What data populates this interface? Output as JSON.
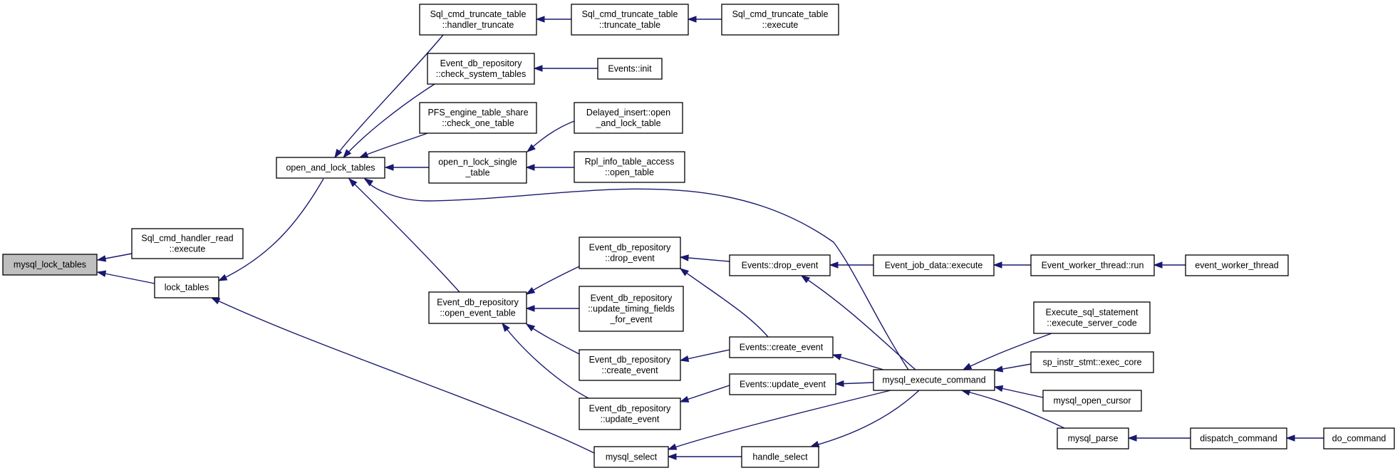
{
  "nodes": [
    {
      "id": "mysql_lock_tables",
      "lines": [
        "mysql_lock_tables"
      ],
      "root": true
    },
    {
      "id": "sql_cmd_handler_read",
      "lines": [
        "Sql_cmd_handler_read",
        "::execute"
      ]
    },
    {
      "id": "lock_tables",
      "lines": [
        "lock_tables"
      ]
    },
    {
      "id": "open_and_lock_tables",
      "lines": [
        "open_and_lock_tables"
      ]
    },
    {
      "id": "trunc_handler",
      "lines": [
        "Sql_cmd_truncate_table",
        "::handler_truncate"
      ]
    },
    {
      "id": "trunc_truncate",
      "lines": [
        "Sql_cmd_truncate_table",
        "::truncate_table"
      ]
    },
    {
      "id": "trunc_execute",
      "lines": [
        "Sql_cmd_truncate_table",
        "::execute"
      ]
    },
    {
      "id": "edb_check_sys",
      "lines": [
        "Event_db_repository",
        "::check_system_tables"
      ]
    },
    {
      "id": "events_init",
      "lines": [
        "Events::init"
      ]
    },
    {
      "id": "pfs_check",
      "lines": [
        "PFS_engine_table_share",
        "::check_one_table"
      ]
    },
    {
      "id": "open_n_lock",
      "lines": [
        "open_n_lock_single",
        "_table"
      ]
    },
    {
      "id": "delayed_insert",
      "lines": [
        "Delayed_insert::open",
        "_and_lock_table"
      ]
    },
    {
      "id": "rpl_info",
      "lines": [
        "Rpl_info_table_access",
        "::open_table"
      ]
    },
    {
      "id": "edb_open_event_table",
      "lines": [
        "Event_db_repository",
        "::open_event_table"
      ]
    },
    {
      "id": "edb_drop_event",
      "lines": [
        "Event_db_repository",
        "::drop_event"
      ]
    },
    {
      "id": "edb_update_timing",
      "lines": [
        "Event_db_repository",
        "::update_timing_fields",
        "_for_event"
      ]
    },
    {
      "id": "edb_create_event",
      "lines": [
        "Event_db_repository",
        "::create_event"
      ]
    },
    {
      "id": "edb_update_event",
      "lines": [
        "Event_db_repository",
        "::update_event"
      ]
    },
    {
      "id": "events_drop_event",
      "lines": [
        "Events::drop_event"
      ]
    },
    {
      "id": "events_create_event",
      "lines": [
        "Events::create_event"
      ]
    },
    {
      "id": "events_update_event",
      "lines": [
        "Events::update_event"
      ]
    },
    {
      "id": "event_job_data_execute",
      "lines": [
        "Event_job_data::execute"
      ]
    },
    {
      "id": "event_worker_run",
      "lines": [
        "Event_worker_thread::run"
      ]
    },
    {
      "id": "event_worker_thread",
      "lines": [
        "event_worker_thread"
      ]
    },
    {
      "id": "mysql_execute_command",
      "lines": [
        "mysql_execute_command"
      ]
    },
    {
      "id": "execute_sql_statement",
      "lines": [
        "Execute_sql_statement",
        "::execute_server_code"
      ]
    },
    {
      "id": "sp_instr_stmt",
      "lines": [
        "sp_instr_stmt::exec_core"
      ]
    },
    {
      "id": "mysql_open_cursor",
      "lines": [
        "mysql_open_cursor"
      ]
    },
    {
      "id": "mysql_parse",
      "lines": [
        "mysql_parse"
      ]
    },
    {
      "id": "dispatch_command",
      "lines": [
        "dispatch_command"
      ]
    },
    {
      "id": "do_command",
      "lines": [
        "do_command"
      ]
    },
    {
      "id": "mysql_select",
      "lines": [
        "mysql_select"
      ]
    },
    {
      "id": "handle_select",
      "lines": [
        "handle_select"
      ]
    }
  ],
  "edges": [
    {
      "from": "sql_cmd_handler_read",
      "to": "mysql_lock_tables"
    },
    {
      "from": "lock_tables",
      "to": "mysql_lock_tables"
    },
    {
      "from": "open_and_lock_tables",
      "to": "lock_tables"
    },
    {
      "from": "mysql_select",
      "to": "lock_tables"
    },
    {
      "from": "trunc_handler",
      "to": "open_and_lock_tables"
    },
    {
      "from": "edb_check_sys",
      "to": "open_and_lock_tables"
    },
    {
      "from": "pfs_check",
      "to": "open_and_lock_tables"
    },
    {
      "from": "open_n_lock",
      "to": "open_and_lock_tables"
    },
    {
      "from": "mysql_execute_command",
      "to": "open_and_lock_tables"
    },
    {
      "from": "edb_open_event_table",
      "to": "open_and_lock_tables"
    },
    {
      "from": "trunc_truncate",
      "to": "trunc_handler"
    },
    {
      "from": "trunc_execute",
      "to": "trunc_truncate"
    },
    {
      "from": "events_init",
      "to": "edb_check_sys"
    },
    {
      "from": "delayed_insert",
      "to": "open_n_lock"
    },
    {
      "from": "rpl_info",
      "to": "open_n_lock"
    },
    {
      "from": "edb_drop_event",
      "to": "edb_open_event_table"
    },
    {
      "from": "edb_update_timing",
      "to": "edb_open_event_table"
    },
    {
      "from": "edb_create_event",
      "to": "edb_open_event_table"
    },
    {
      "from": "edb_update_event",
      "to": "edb_open_event_table"
    },
    {
      "from": "events_drop_event",
      "to": "edb_drop_event"
    },
    {
      "from": "events_create_event",
      "to": "edb_drop_event"
    },
    {
      "from": "events_create_event",
      "to": "edb_create_event"
    },
    {
      "from": "events_update_event",
      "to": "edb_update_event"
    },
    {
      "from": "event_job_data_execute",
      "to": "events_drop_event"
    },
    {
      "from": "mysql_execute_command",
      "to": "events_drop_event"
    },
    {
      "from": "mysql_execute_command",
      "to": "events_create_event"
    },
    {
      "from": "mysql_execute_command",
      "to": "events_update_event"
    },
    {
      "from": "event_worker_run",
      "to": "event_job_data_execute"
    },
    {
      "from": "event_worker_thread",
      "to": "event_worker_run"
    },
    {
      "from": "execute_sql_statement",
      "to": "mysql_execute_command"
    },
    {
      "from": "sp_instr_stmt",
      "to": "mysql_execute_command"
    },
    {
      "from": "mysql_open_cursor",
      "to": "mysql_execute_command"
    },
    {
      "from": "mysql_parse",
      "to": "mysql_execute_command"
    },
    {
      "from": "dispatch_command",
      "to": "mysql_parse"
    },
    {
      "from": "do_command",
      "to": "dispatch_command"
    },
    {
      "from": "mysql_execute_command",
      "to": "mysql_select"
    },
    {
      "from": "handle_select",
      "to": "mysql_select"
    },
    {
      "from": "mysql_execute_command",
      "to": "handle_select"
    }
  ],
  "colors": {
    "edge": "#191970",
    "root_fill": "#bfbfbf",
    "node_fill": "#ffffff",
    "node_border": "#000000"
  }
}
